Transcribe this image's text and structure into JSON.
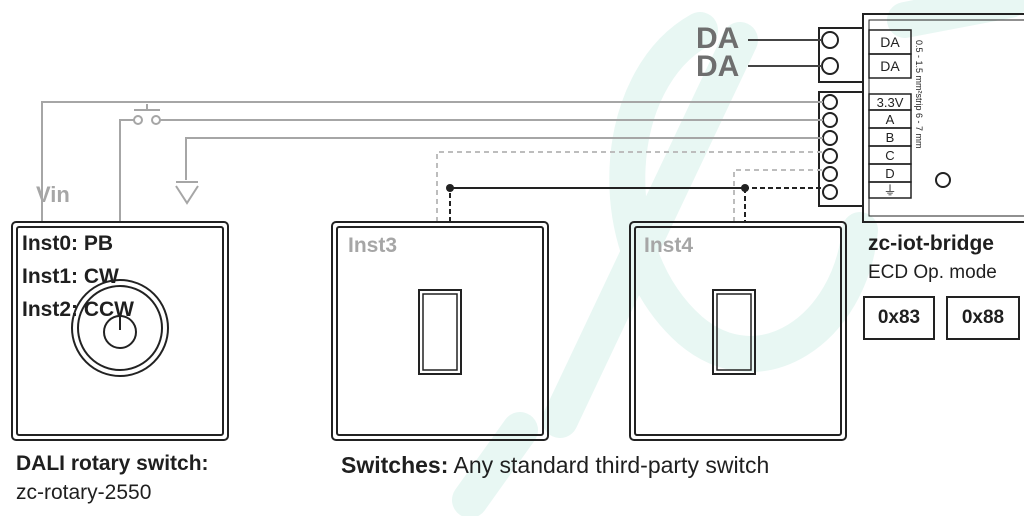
{
  "da_labels": [
    "DA",
    "DA"
  ],
  "terminal_labels": [
    "DA",
    "DA",
    "3.3V",
    "A",
    "B",
    "C",
    "D",
    "⏚"
  ],
  "wire_spec": "0.5 - 1.5 mm²strip 6 - 7 mm",
  "vin_label": "Vin",
  "rotary": {
    "inst_labels": [
      "Inst0: PB",
      "Inst1: CW",
      "Inst2: CCW"
    ],
    "caption_title": "DALI rotary switch:",
    "caption_model": "zc-rotary-2550"
  },
  "switch_panels": [
    {
      "label": "Inst3"
    },
    {
      "label": "Inst4"
    }
  ],
  "switches_caption": {
    "bold": "Switches:",
    "rest": " Any standard third-party switch"
  },
  "bridge": {
    "title": "zc-iot-bridge",
    "mode": "ECD Op. mode",
    "addresses": [
      "0x83",
      "0x88"
    ]
  },
  "colors": {
    "outline": "#222222",
    "grey_wire": "#a6a6a6",
    "watermark": "#e8f7f3"
  }
}
